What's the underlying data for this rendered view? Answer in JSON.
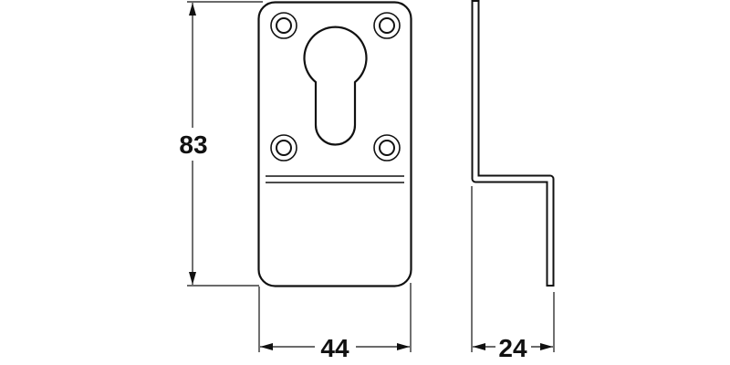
{
  "dimensions": {
    "height": "83",
    "width": "44",
    "depth": "24"
  },
  "colors": {
    "line": "#111111",
    "background": "#ffffff"
  }
}
